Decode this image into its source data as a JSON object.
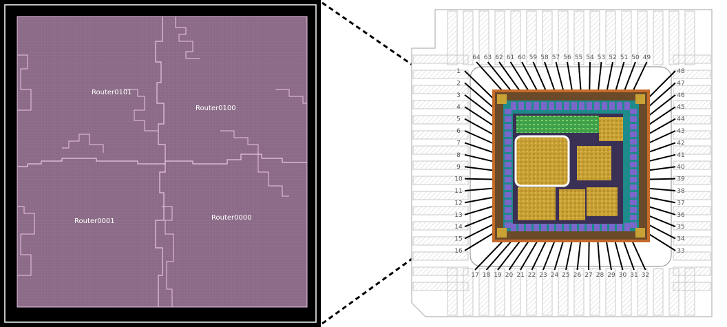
{
  "left_panel": {
    "router_labels": [
      "Router0101",
      "Router0100",
      "Router0001",
      "Router0000"
    ],
    "colors": {
      "frame": "#000000",
      "die": "#8a6a86",
      "boundary": "#e9c6e6"
    }
  },
  "right_panel": {
    "pin_labels": {
      "top": [
        "64",
        "63",
        "62",
        "61",
        "60",
        "59",
        "58",
        "57",
        "56",
        "55",
        "54",
        "53",
        "52",
        "51",
        "50",
        "49"
      ],
      "left": [
        "1",
        "2",
        "3",
        "4",
        "5",
        "6",
        "7",
        "8",
        "9",
        "10",
        "11",
        "12",
        "13",
        "14",
        "15",
        "16"
      ],
      "right": [
        "48",
        "47",
        "46",
        "45",
        "44",
        "43",
        "42",
        "41",
        "40",
        "39",
        "38",
        "37",
        "36",
        "35",
        "34",
        "33"
      ],
      "bottom": [
        "17",
        "18",
        "19",
        "20",
        "21",
        "22",
        "23",
        "24",
        "25",
        "26",
        "27",
        "28",
        "29",
        "30",
        "31",
        "32"
      ]
    },
    "colors": {
      "chip_frame": "#c56b2a",
      "core": "#c9a235",
      "highlight": "#ffffff",
      "bond_wire": "#000000"
    }
  }
}
